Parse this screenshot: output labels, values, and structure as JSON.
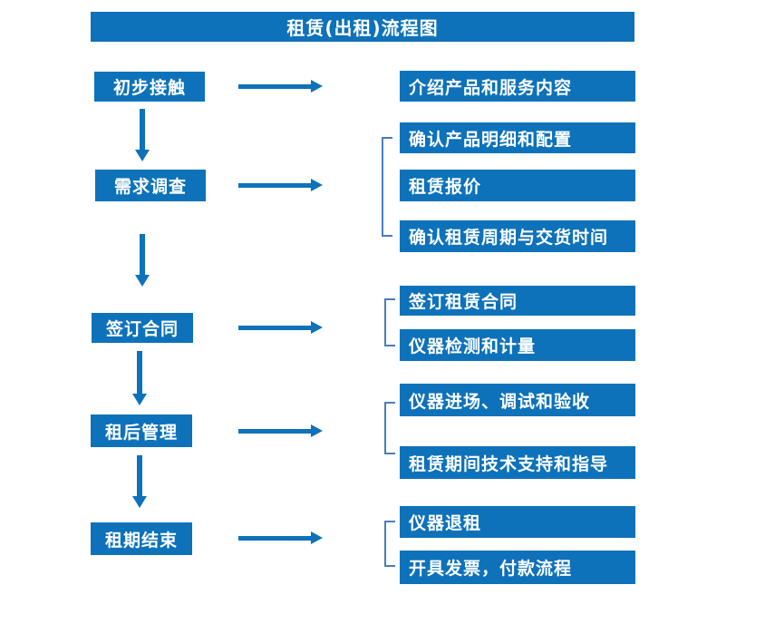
{
  "title": "租赁(出租)流程图",
  "colors": {
    "primary": "#0d72ba",
    "bracket": "#4a7dbb",
    "text": "#ffffff",
    "background": "#ffffff"
  },
  "steps": [
    {
      "label": "初步接触",
      "details": [
        "介绍产品和服务内容"
      ]
    },
    {
      "label": "需求调查",
      "details": [
        "确认产品明细和配置",
        "租赁报价",
        "确认租赁周期与交货时间"
      ]
    },
    {
      "label": "签订合同",
      "details": [
        "签订租赁合同",
        "仪器检测和计量"
      ]
    },
    {
      "label": "租后管理",
      "details": [
        "仪器进场、调试和验收",
        "租赁期间技术支持和指导"
      ]
    },
    {
      "label": "租期结束",
      "details": [
        "仪器退租",
        "开具发票，付款流程"
      ]
    }
  ]
}
